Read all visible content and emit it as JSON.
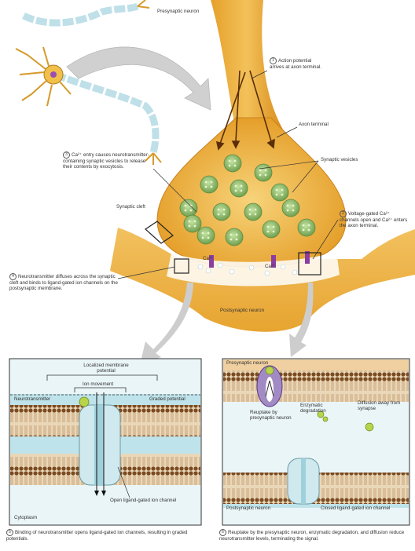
{
  "labels": {
    "presynaptic_neuron": "Presynaptic neuron",
    "step1": "Action potential arrives at axon terminal.",
    "axon_terminal": "Axon terminal",
    "synaptic_vesicles": "Synaptic vesicles",
    "step3": "Ca²⁺ entry causes neurotransmitter-containing synaptic vesicles to release their contents by exocytosis.",
    "synaptic_cleft": "Synaptic cleft",
    "step2": "Voltage-gated Ca²⁺ channels open and Ca²⁺ enters the axon terminal.",
    "ca_ion_1": "Ca²⁺",
    "ca_ion_2": "Ca²⁺",
    "step4": "Neurotransmitter diffuses across the synaptic cleft and binds to ligand-gated ion channels on the postsynaptic membrane.",
    "postsynaptic_neuron": "Postsynaptic neuron",
    "localized_potential": "Localized membrane potential",
    "ion_movement": "Ion movement",
    "neurotransmitter": "Neurotransmitter",
    "graded_potential": "Graded potential",
    "cytoplasm": "Cytoplasm",
    "open_channel": "Open ligand-gated ion channel",
    "step5": "Binding of neurotransmitter opens ligand-gated ion channels, resulting in graded potentials.",
    "presynaptic_neuron_inset": "Presynaptic neuron",
    "reuptake": "Reuptake by presynaptic neuron",
    "enzymatic": "Enzymatic degradation",
    "diffusion": "Diffusion away from synapse",
    "postsynaptic_neuron_inset": "Postsynaptic neuron",
    "closed_channel": "Closed ligand-gated ion channel",
    "step6": "Reuptake by the presynaptic neuron, enzymatic degradation, and diffusion reduce neurotransmitter levels, terminating the signal."
  },
  "step_numbers": {
    "s1": "1",
    "s2": "2",
    "s3": "3",
    "s4": "4",
    "s5": "5",
    "s6": "6"
  },
  "colors": {
    "axon": "#e9a830",
    "axon_dark": "#b8741a",
    "vesicle": "#8fbf6a",
    "membrane_blue": "#bfe3ea",
    "lipid_head": "#8a5a2e",
    "channel": "#cfe9ee",
    "neurotransmitter": "#b7d44a",
    "arrow_gray": "#c9c9c9",
    "inset_bg": "#e6f2f5"
  }
}
